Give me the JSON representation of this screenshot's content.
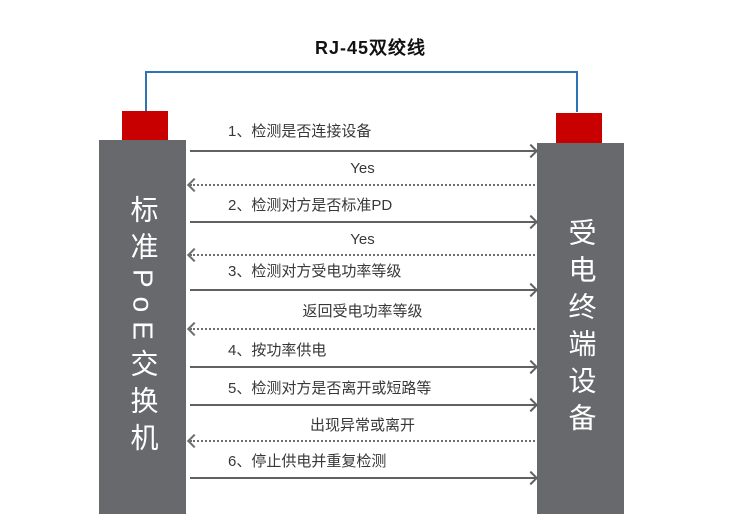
{
  "title": "RJ-45双绞线",
  "left_device": {
    "label": "标准PoE交换机"
  },
  "right_device": {
    "label": "受电终端设备"
  },
  "messages": [
    {
      "label": "1、检测是否连接设备",
      "direction": "right",
      "line": "solid"
    },
    {
      "label": "Yes",
      "direction": "left",
      "line": "dotted"
    },
    {
      "label": "2、检测对方是否标准PD",
      "direction": "right",
      "line": "solid"
    },
    {
      "label": "Yes",
      "direction": "left",
      "line": "dotted"
    },
    {
      "label": "3、检测对方受电功率等级",
      "direction": "right",
      "line": "solid"
    },
    {
      "label": "返回受电功率等级",
      "direction": "left",
      "line": "dotted"
    },
    {
      "label": "4、按功率供电",
      "direction": "right",
      "line": "solid"
    },
    {
      "label": "5、检测对方是否离开或短路等",
      "direction": "right",
      "line": "solid"
    },
    {
      "label": "出现异常或离开",
      "direction": "left",
      "line": "dotted"
    },
    {
      "label": "6、停止供电并重复检测",
      "direction": "right",
      "line": "solid"
    }
  ],
  "colors": {
    "pillar": "#68696c",
    "connector": "#c80000",
    "cable": "#2e74b5",
    "arrow_solid": "#616161",
    "arrow_dotted": "#6e6e6e",
    "label_text": "#383838",
    "pillar_text": "#ffffff"
  }
}
